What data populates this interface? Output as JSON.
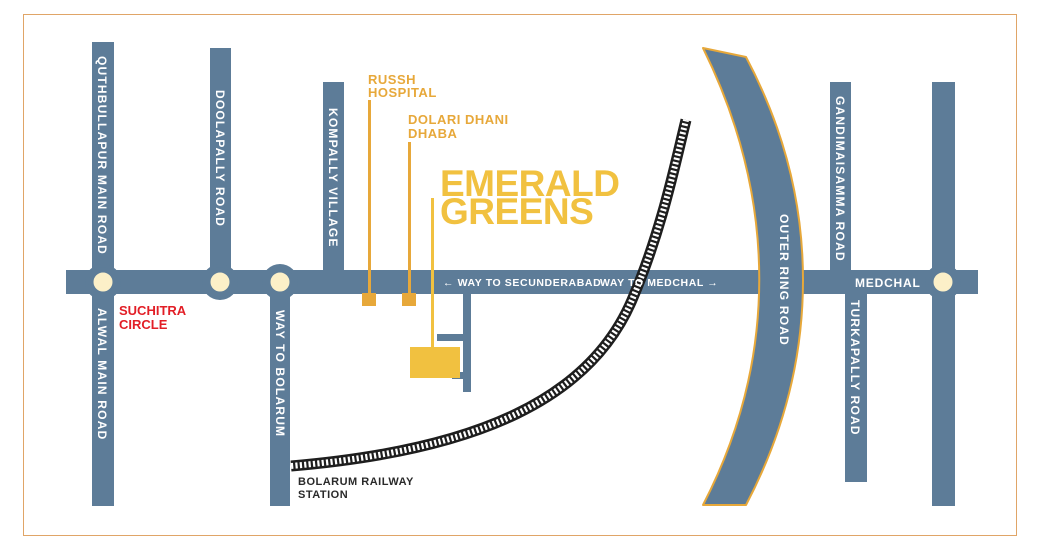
{
  "colors": {
    "road": "#5d7c98",
    "frame": "#e0a567",
    "accent_orange": "#e7a83a",
    "highlight_yellow": "#f1c140",
    "red": "#e21e26",
    "junction_fill": "#fcf0c8"
  },
  "roads": {
    "quthbullapur": "QUTHBULLAPUR MAIN ROAD",
    "doolapally": "DOOLAPALLY ROAD",
    "kompally": "KOMPALLY VILLAGE",
    "alwal": "ALWAL MAIN ROAD",
    "bolarum": "WAY TO BOLARUM",
    "outer_ring": "OUTER RING ROAD",
    "gandimaisamma": "GANDIMAISAMMA ROAD",
    "turkapally": "TURKAPALLY ROAD",
    "secunderabad": "← WAY TO SECUNDERABAD",
    "medchal_way": "WAY TO MEDCHAL →",
    "medchal": "MEDCHAL"
  },
  "landmarks": {
    "hospital_line1": "RUSSH",
    "hospital_line2": "HOSPITAL",
    "dhaba_line1": "DOLARI DHANI",
    "dhaba_line2": "DHABA",
    "project_line1": "EMERALD",
    "project_line2": "GREENS",
    "circle_line1": "SUCHITRA",
    "circle_line2": "CIRCLE",
    "station_line1": "BOLARUM RAILWAY",
    "station_line2": "STATION"
  }
}
